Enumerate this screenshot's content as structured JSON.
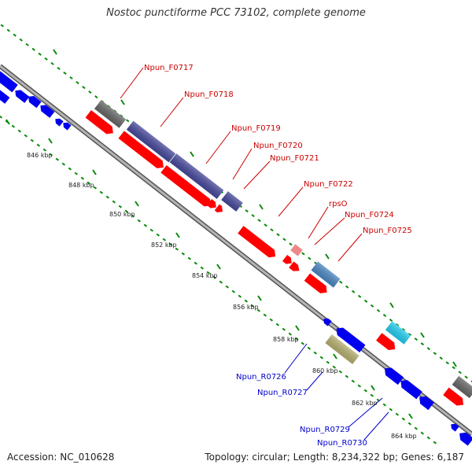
{
  "title": "Nostoc punctiforme PCC 73102, complete genome",
  "accession": "Accession: NC_010628",
  "summary": "Topology: circular; Length: 8,234,322 bp; Genes: 6,187",
  "colors": {
    "backbone": "#9a9a9a",
    "forward_gene": "#ff0000",
    "reverse_gene": "#0000ee",
    "forward_label": "#cc0000",
    "reverse_label": "#0000cc",
    "dotted_track": "#0a8a0a",
    "cds_feature": "#46489a",
    "gray_feature": "#666666",
    "steelblue_feature": "#4a86c0",
    "cyan_feature": "#22ccee",
    "khaki_feature": "#b5ae70",
    "pink_feature": "#ee8888"
  },
  "scale_ticks": [
    "846 kbp",
    "848 kbp",
    "850 kbp",
    "852 kbp",
    "854 kbp",
    "856 kbp",
    "858 kbp",
    "860 kbp",
    "862 kbp",
    "864 kbp"
  ],
  "forward_labels": [
    "Npun_F0717",
    "Npun_F0718",
    "Npun_F0719",
    "Npun_F0720",
    "Npun_F0721",
    "Npun_F0722",
    "rpsO",
    "Npun_F0724",
    "Npun_F0725"
  ],
  "reverse_labels": [
    "Npun_R0726",
    "Npun_R0727",
    "Npun_R0729",
    "Npun_R0730"
  ]
}
